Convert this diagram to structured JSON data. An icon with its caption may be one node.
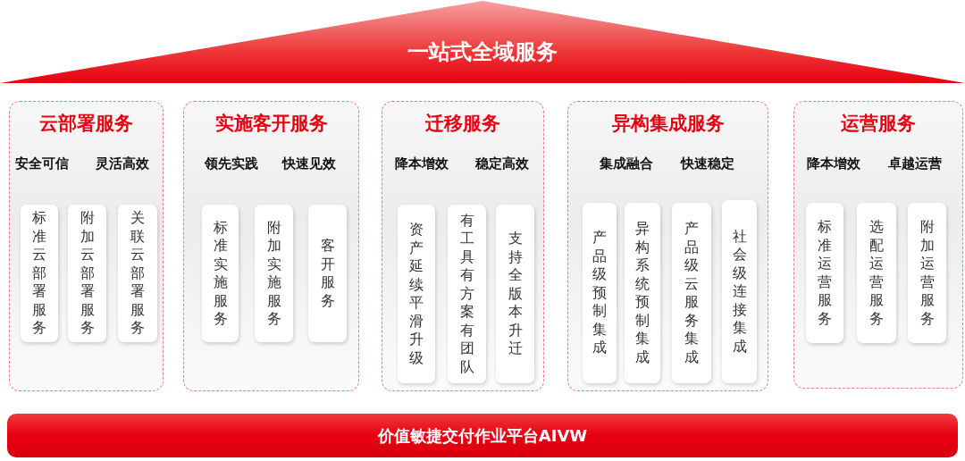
{
  "diagram": {
    "nodes": [
      {
        "text": [
          "一站式全域服务"
        ]
      },
      {
        "text": [
          "云部署服务",
          "安全可信",
          "灵活高效"
        ]
      },
      {
        "text": [
          "标准云部署服务"
        ],
        "in": 1
      },
      {
        "text": [
          "附加云部署服务"
        ],
        "in": 1
      },
      {
        "text": [
          "关联云部署服务"
        ],
        "in": 1
      },
      {
        "text": [
          "实施客开服务",
          "领先实践",
          "快速见效"
        ]
      },
      {
        "text": [
          "标准实施服务"
        ],
        "in": 5
      },
      {
        "text": [
          "附加实施服务"
        ],
        "in": 5
      },
      {
        "text": [
          "客开服务"
        ],
        "in": 5
      },
      {
        "text": [
          "迁移服务",
          "降本增效",
          "稳定高效"
        ]
      },
      {
        "text": [
          "资产延续平滑升级"
        ],
        "in": 9
      },
      {
        "text": [
          "有工具有方案有团队"
        ],
        "in": 9
      },
      {
        "text": [
          "支持全版本升迁"
        ],
        "in": 9
      },
      {
        "text": [
          "异构集成服务",
          "集成融合",
          "快速稳定"
        ]
      },
      {
        "text": [
          "产品级预制集成"
        ],
        "in": 13
      },
      {
        "text": [
          "异构系统预制集成"
        ],
        "in": 13
      },
      {
        "text": [
          "产品级云服务集成"
        ],
        "in": 13
      },
      {
        "text": [
          "社会级连接集成"
        ],
        "in": 13
      },
      {
        "text": [
          "运营服务",
          "降本增效",
          "卓越运营"
        ]
      },
      {
        "text": [
          "标准运营服务"
        ],
        "in": 18
      },
      {
        "text": [
          "选配运营服务"
        ],
        "in": 18
      },
      {
        "text": [
          "附加运营服务"
        ],
        "in": 18
      },
      {
        "text": [
          "价值敏捷交付作业平台AIVW"
        ]
      }
    ]
  }
}
